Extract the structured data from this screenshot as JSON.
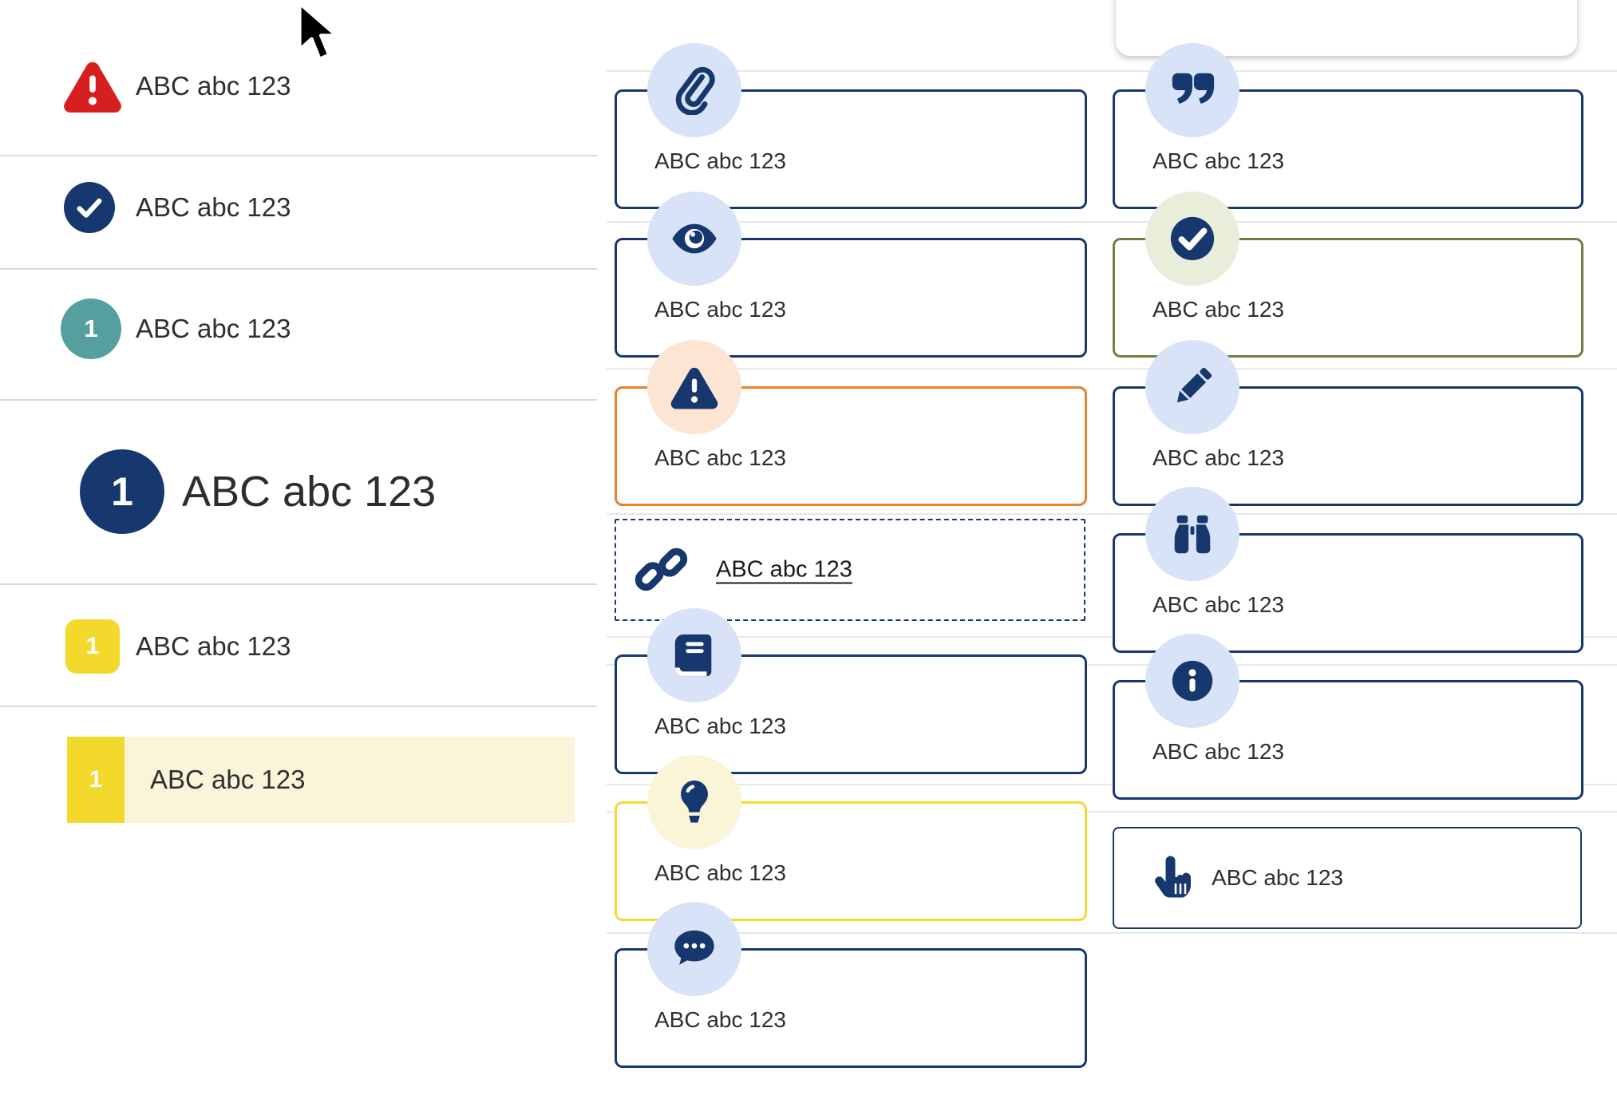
{
  "left_list": {
    "items": [
      {
        "icon": "warning-icon",
        "label": "ABC abc 123"
      },
      {
        "icon": "check-circle-icon",
        "label": "ABC abc 123"
      },
      {
        "icon": "teal-number-badge",
        "number": "1",
        "label": "ABC abc 123"
      },
      {
        "icon": "large-number-badge",
        "number": "1",
        "label": "ABC abc 123"
      },
      {
        "icon": "yellow-number-square",
        "number": "1",
        "label": "ABC abc 123"
      },
      {
        "icon": "yellow-number-square",
        "number": "1",
        "label": "ABC abc 123",
        "highlighted": true
      }
    ]
  },
  "middle_column": {
    "cards": [
      {
        "icon": "paperclip-icon",
        "style": "navy",
        "label": "ABC abc 123"
      },
      {
        "icon": "eye-icon",
        "style": "navy",
        "label": "ABC abc 123"
      },
      {
        "icon": "warning-icon",
        "style": "orange",
        "label": "ABC abc 123"
      },
      {
        "icon": "link-icon",
        "style": "dashed-link",
        "label": "ABC abc 123"
      },
      {
        "icon": "book-icon",
        "style": "navy",
        "label": "ABC abc 123"
      },
      {
        "icon": "lightbulb-icon",
        "style": "yellow",
        "label": "ABC abc 123"
      },
      {
        "icon": "chat-icon",
        "style": "navy",
        "label": "ABC abc 123"
      }
    ]
  },
  "right_column": {
    "cards": [
      {
        "icon": "quote-icon",
        "style": "navy",
        "label": "ABC abc 123"
      },
      {
        "icon": "check-circle-icon",
        "style": "olive",
        "label": "ABC abc 123"
      },
      {
        "icon": "pencil-icon",
        "style": "navy",
        "label": "ABC abc 123"
      },
      {
        "icon": "binoculars-icon",
        "style": "navy",
        "label": "ABC abc 123"
      },
      {
        "icon": "info-icon",
        "style": "navy",
        "label": "ABC abc 123"
      },
      {
        "icon": "hand-point-up-icon",
        "style": "navy-inline",
        "label": "ABC abc 123"
      }
    ]
  },
  "colors": {
    "navy": "#16386e",
    "red": "#d6201f",
    "teal": "#55a09e",
    "yellow": "#f2d92c",
    "pale_yellow_highlight": "#faf4d8",
    "orange_border": "#e8822c",
    "yellow_border": "#f0dc30",
    "olive_border": "#6f7f45",
    "light_blue_circle": "#d9e3f7",
    "peach_circle": "#fce5d3",
    "sage_circle": "#e9eedb",
    "lemon_circle": "#f9f5d6",
    "text": "#2f2f2f"
  }
}
